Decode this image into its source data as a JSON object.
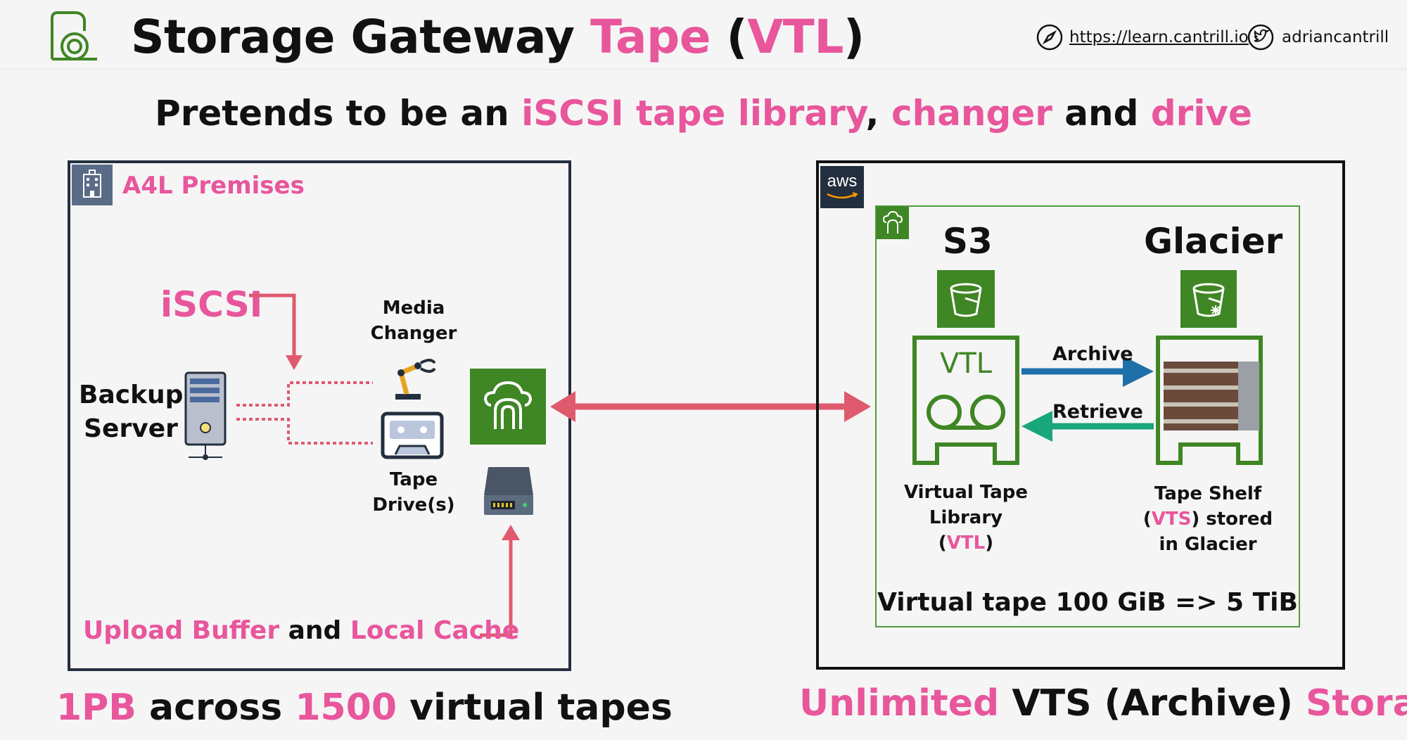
{
  "header": {
    "title_a": "Storage Gateway ",
    "title_b": "Tape",
    "title_c": " (",
    "title_d": "VTL",
    "title_e": ")",
    "link": "https://learn.cantrill.io",
    "handle": "adriancantrill"
  },
  "subtitle": {
    "a": "Pretends to be an ",
    "b": "iSCSI tape library",
    "c": ", ",
    "d": "changer",
    "e": " and ",
    "f": "drive"
  },
  "premises": {
    "title": "A4L Premises",
    "iscsi": "iSCSI",
    "backup_1": "Backup",
    "backup_2": "Server",
    "media_1": "Media",
    "media_2": "Changer",
    "tape_1": "Tape",
    "tape_2": "Drive(s)",
    "buffer_a": "Upload Buffer",
    "buffer_b": " and ",
    "buffer_c": "Local Cache"
  },
  "aws": {
    "logo": "aws",
    "s3": "S3",
    "glacier": "Glacier",
    "vtl_icon": "VTL",
    "archive": "Archive",
    "retrieve": "Retrieve",
    "vtl_1": "Virtual Tape",
    "vtl_2": "Library",
    "vtl_3a": "(",
    "vtl_3b": "VTL",
    "vtl_3c": ")",
    "vts_1": "Tape Shelf",
    "vts_2a": "(",
    "vts_2b": "VTS",
    "vts_2c": ") stored",
    "vts_3": "in Glacier",
    "capacity": "Virtual tape 100 GiB => 5 TiB"
  },
  "bottom_left": {
    "a": "1PB",
    "b": " across ",
    "c": "1500",
    "d": " virtual tapes"
  },
  "bottom_right": {
    "a": "Unlimited",
    "b": " VTS (Archive) ",
    "c": "Storage"
  },
  "colors": {
    "accent": "#e8569c",
    "arrow_red": "#e05a6e",
    "aws_green": "#3f8624",
    "archive_blue": "#1f6fa8",
    "retrieve_teal": "#1aa67b",
    "navy": "#232f3e"
  },
  "icons": [
    "tape-gateway-logo-icon",
    "compass-icon",
    "twitter-icon",
    "building-icon",
    "server-icon",
    "robot-arm-icon",
    "cassette-icon",
    "gateway-cloud-icon",
    "appliance-icon",
    "aws-logo-icon",
    "bucket-icon",
    "glacier-bucket-icon",
    "vtl-icon",
    "tape-shelf-icon"
  ]
}
